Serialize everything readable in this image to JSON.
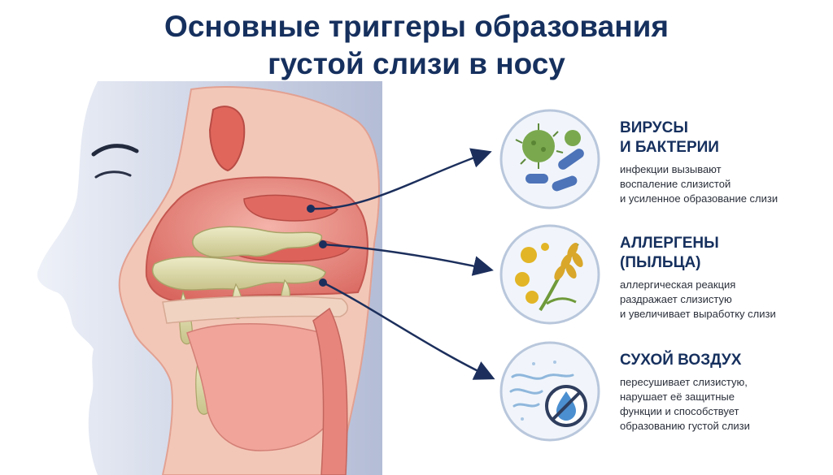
{
  "title": {
    "line1": "Основные триггеры образования",
    "line2": "густой слизи в носу"
  },
  "triggers": [
    {
      "name": "ВИРУСЫ\nИ БАКТЕРИИ",
      "description": "инфекции вызывают\nвоспаление слизистой\nи усиленное образование слизи",
      "icon": "virus-bacteria-icon"
    },
    {
      "name": "АЛЛЕРГЕНЫ\n(ПЫЛЬЦА)",
      "description": "аллергическая реакция\nраздражает слизистую\nи увеличивает выработку слизи",
      "icon": "pollen-wheat-icon"
    },
    {
      "name": "СУХОЙ ВОЗДУХ",
      "description": "пересушивает слизистую,\nнарушает её защитные\nфункции и способствует\nобразованию густой слизи",
      "icon": "no-water-drop-icon"
    }
  ],
  "colors": {
    "title": "#16305e",
    "arrow": "#1c2f5c",
    "mucus": "#d9d6a6",
    "tissue": "#e8877f",
    "skin": "#c6cde0",
    "badge_border": "#b9c7dc"
  }
}
